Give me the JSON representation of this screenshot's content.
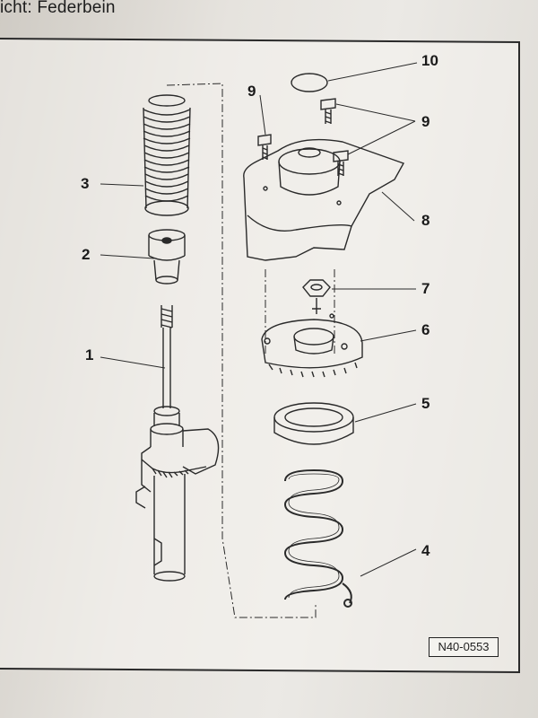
{
  "header": {
    "title": "icht: Federbein"
  },
  "callouts": {
    "c1": "1",
    "c2": "2",
    "c3": "3",
    "c4": "4",
    "c5": "5",
    "c6": "6",
    "c7": "7",
    "c8": "8",
    "c9a": "9",
    "c9b": "9",
    "c10": "10"
  },
  "reference": "N40-0553",
  "colors": {
    "line": "#2a2a2a",
    "paper": "#efede9"
  }
}
